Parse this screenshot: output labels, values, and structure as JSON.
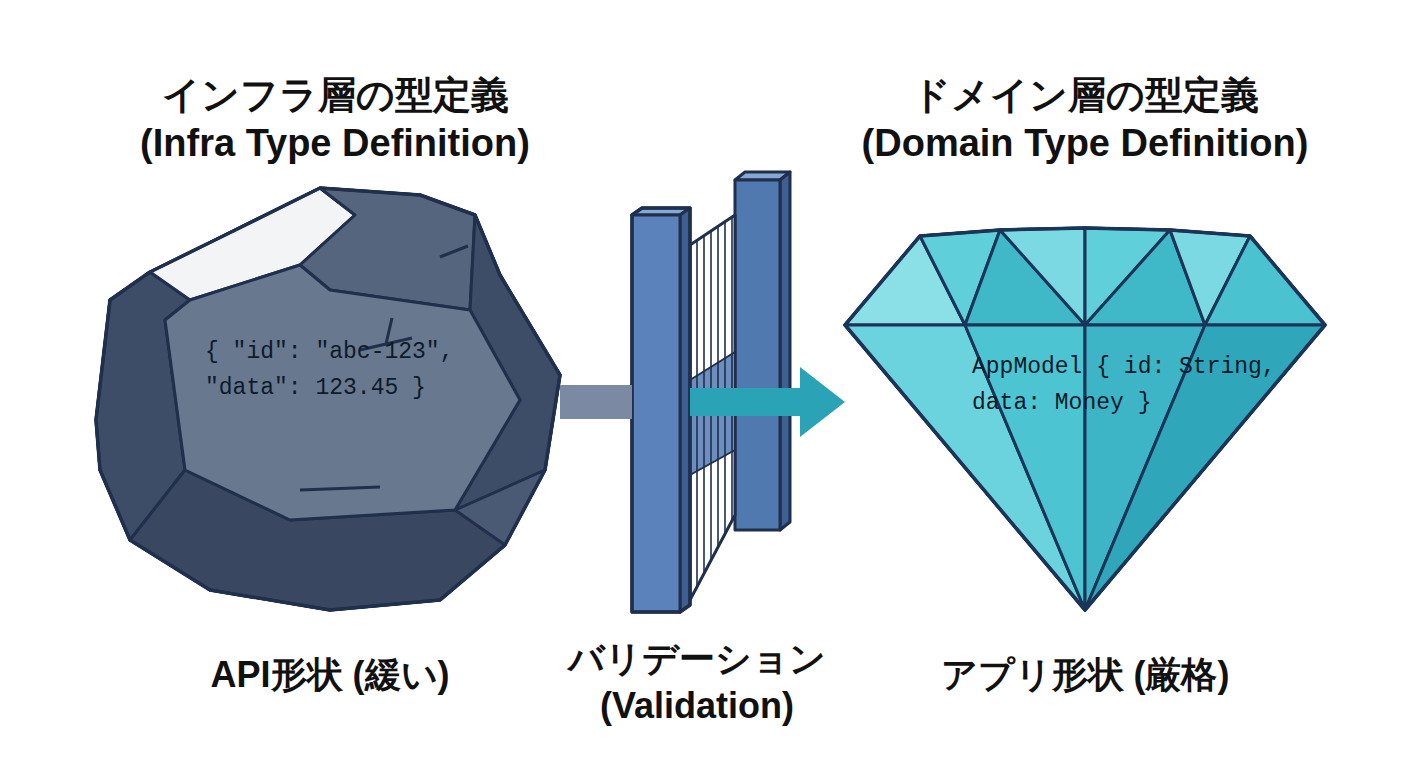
{
  "diagram": {
    "nodes": [
      {
        "text": [
          "インフラ層の型定義 (Infra Type Definition)",
          "{ \"id\": \"abc-123\", \"data\": 123.45 }",
          "API形状 (緩い)"
        ]
      },
      {
        "text": [
          "バリデーション (Validation)"
        ]
      },
      {
        "text": [
          "ドメイン層の型定義 (Domain Type Definition)",
          "AppModel { id: String, data: Money }",
          "アプリ形状 (厳格)"
        ]
      }
    ],
    "edges": [
      {
        "from": 0,
        "to": 1,
        "arrow": "none"
      },
      {
        "from": 1,
        "to": 2,
        "arrow": "to"
      }
    ]
  }
}
